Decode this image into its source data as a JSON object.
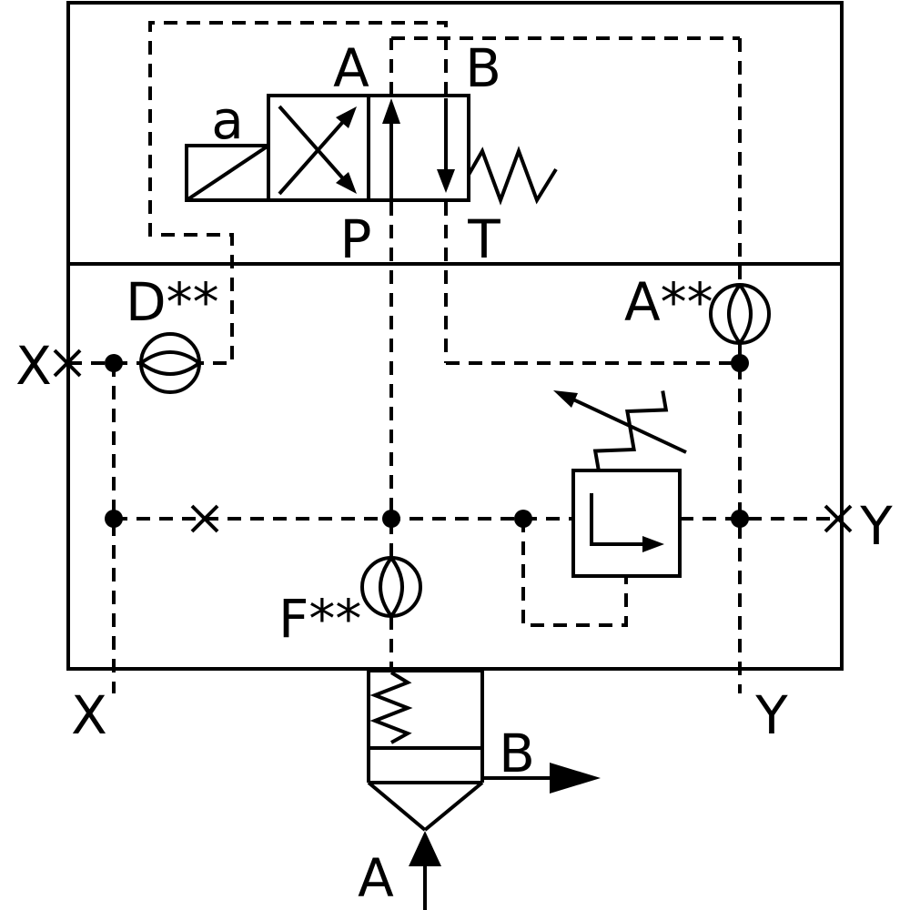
{
  "page": {
    "background": "#ffffff",
    "line_color": "#000000"
  },
  "diagram": {
    "kind": "hydraulic-circuit-schematic",
    "components": [
      "solenoid-pilot-directional-valve",
      "orifice-D",
      "orifice-A",
      "orifice-F",
      "adjustable-pilot-relief-valve",
      "main-cartridge-poppet-valve",
      "plugged-port-crosses",
      "junction-dots"
    ],
    "labels": {
      "pilot_port_a": "A",
      "pilot_port_b": "B",
      "pilot_port_p": "P",
      "pilot_port_t": "T",
      "solenoid": "a",
      "orifice_d": "D**",
      "orifice_a": "A**",
      "orifice_f": "F**",
      "port_x_left": "X",
      "port_y_right": "Y",
      "port_x_bottom": "X",
      "port_y_bottom": "Y",
      "main_port_b": "B",
      "main_port_a": "A"
    }
  }
}
